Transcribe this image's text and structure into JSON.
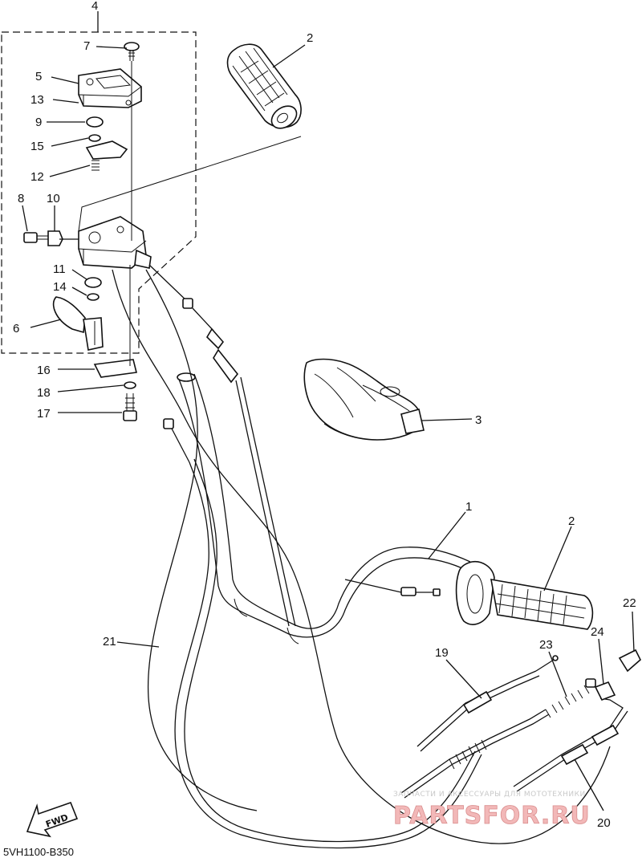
{
  "diagram": {
    "code": "5VH1100-B350",
    "fwd_label": "FWD",
    "watermark": {
      "tagline": "ЗАПЧАСТИ И АКСЕССУАРЫ ДЛЯ МОТОТЕХНИКИ",
      "logo": "PARTSFOR.RU"
    },
    "callouts": {
      "p1": "1",
      "p2a": "2",
      "p2b": "2",
      "p3": "3",
      "p4": "4",
      "p5": "5",
      "p6": "6",
      "p7": "7",
      "p8": "8",
      "p9": "9",
      "p10": "10",
      "p11": "11",
      "p12": "12",
      "p13": "13",
      "p14": "14",
      "p15": "15",
      "p16": "16",
      "p17": "17",
      "p18": "18",
      "p19": "19",
      "p20": "20",
      "p21": "21",
      "p22": "22",
      "p23": "23",
      "p24": "24"
    }
  }
}
